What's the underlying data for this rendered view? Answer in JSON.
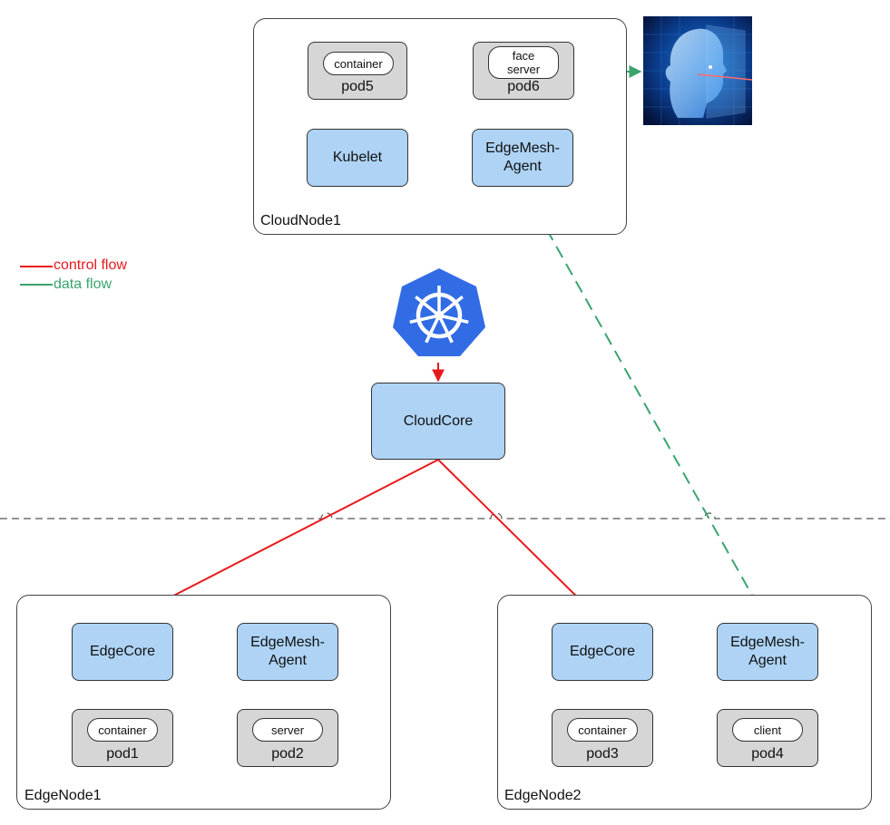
{
  "legend": {
    "control": "control flow",
    "data": "data flow"
  },
  "colors": {
    "control": "#e8191c",
    "data": "#3aa46e",
    "box_fill": "#aed3f5",
    "pod_fill": "#d6d6d6",
    "k8s": "#326ce5"
  },
  "cloud_node": {
    "label": "CloudNode1",
    "kubelet": "Kubelet",
    "edgemesh_agent": "EdgeMesh-\nAgent",
    "pod5": {
      "name": "pod5",
      "container": "container"
    },
    "pod6": {
      "name": "pod6",
      "container": "face\nserver"
    }
  },
  "cloudcore": "CloudCore",
  "edge_node1": {
    "label": "EdgeNode1",
    "edgecore": "EdgeCore",
    "edgemesh_agent": "EdgeMesh-\nAgent",
    "pod1": {
      "name": "pod1",
      "container": "container"
    },
    "pod2": {
      "name": "pod2",
      "container": "server"
    }
  },
  "edge_node2": {
    "label": "EdgeNode2",
    "edgecore": "EdgeCore",
    "edgemesh_agent": "EdgeMesh-\nAgent",
    "pod3": {
      "name": "pod3",
      "container": "container"
    },
    "pod4": {
      "name": "pod4",
      "container": "client"
    }
  },
  "icons": {
    "kubernetes": "kubernetes-logo-icon",
    "face": "face-recognition-image"
  }
}
